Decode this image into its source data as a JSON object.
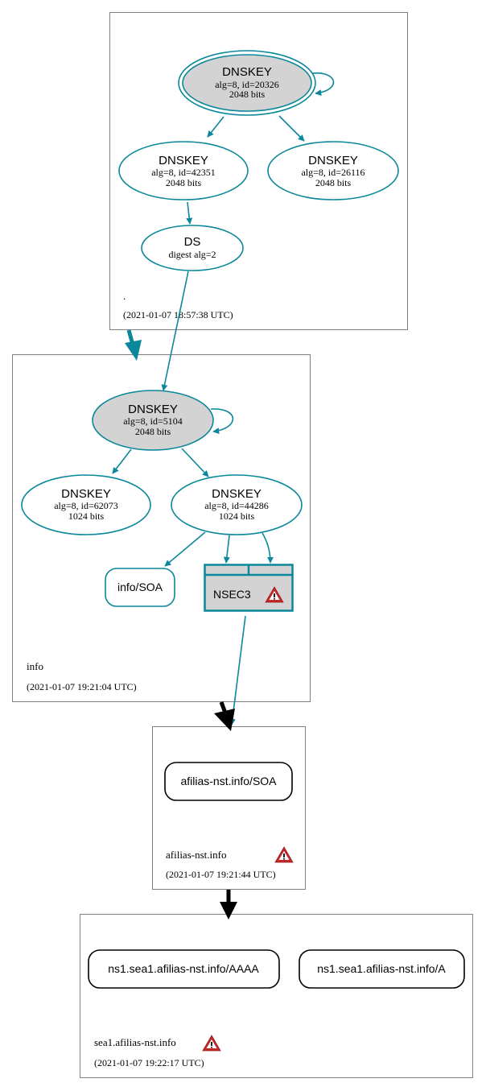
{
  "colors": {
    "edge_teal": "#0a879a",
    "edge_black": "#000000",
    "key_fill_grey": "#d3d3d3",
    "cluster_border": "#808080",
    "warning_red": "#d32f2f"
  },
  "zones": [
    {
      "id": "root",
      "name": ".",
      "timestamp": "(2021-01-07 18:57:38 UTC)",
      "warning": false
    },
    {
      "id": "info",
      "name": "info",
      "timestamp": "(2021-01-07 19:21:04 UTC)",
      "warning": false
    },
    {
      "id": "afilias",
      "name": "afilias-nst.info",
      "timestamp": "(2021-01-07 19:21:44 UTC)",
      "warning": true
    },
    {
      "id": "sea1",
      "name": "sea1.afilias-nst.info",
      "timestamp": "(2021-01-07 19:22:17 UTC)",
      "warning": true
    }
  ],
  "nodes": {
    "root_ksk": {
      "type": "DNSKEY",
      "line1": "alg=8, id=20326",
      "line2": "2048 bits",
      "trust_anchor": true,
      "sep": true
    },
    "root_zsk1": {
      "type": "DNSKEY",
      "line1": "alg=8, id=42351",
      "line2": "2048 bits"
    },
    "root_zsk2": {
      "type": "DNSKEY",
      "line1": "alg=8, id=26116",
      "line2": "2048 bits"
    },
    "info_ds": {
      "type": "DS",
      "line1": "digest alg=2"
    },
    "info_ksk": {
      "type": "DNSKEY",
      "line1": "alg=8, id=5104",
      "line2": "2048 bits",
      "sep": true
    },
    "info_zsk1": {
      "type": "DNSKEY",
      "line1": "alg=8, id=62073",
      "line2": "1024 bits"
    },
    "info_zsk2": {
      "type": "DNSKEY",
      "line1": "alg=8, id=44286",
      "line2": "1024 bits"
    },
    "info_soa": {
      "label": "info/SOA"
    },
    "info_nsec3": {
      "label": "NSEC3",
      "warning": true
    },
    "afilias_soa": {
      "label": "afilias-nst.info/SOA"
    },
    "sea1_aaaa": {
      "label": "ns1.sea1.afilias-nst.info/AAAA"
    },
    "sea1_a": {
      "label": "ns1.sea1.afilias-nst.info/A"
    }
  }
}
